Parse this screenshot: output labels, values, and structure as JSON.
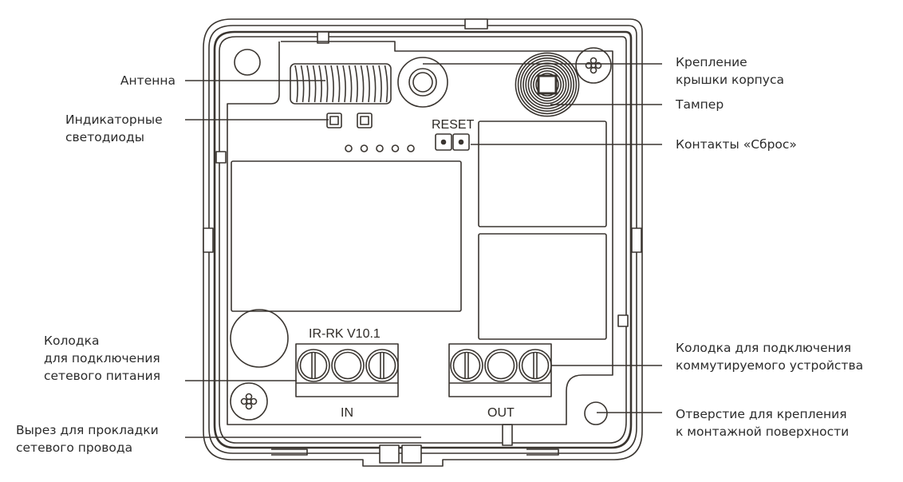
{
  "diagram": {
    "title": "",
    "stroke_color": "#3a3530",
    "board_model": "IR-RK V10.1",
    "reset_marking": "RESET",
    "terminal_in_marking": "IN",
    "terminal_out_marking": "OUT",
    "indicator_led_count": 2,
    "header_pin_hole_count": 5,
    "terminal_screws_per_block": 3
  },
  "labels_left": [
    {
      "id": "antenna",
      "lines": [
        "Антенна"
      ]
    },
    {
      "id": "indicator-leds",
      "lines": [
        "Индикаторные",
        "светодиоды"
      ]
    },
    {
      "id": "power-terminal",
      "lines": [
        "Колодка",
        "для подключения",
        "сетевого питания"
      ]
    },
    {
      "id": "cable-cutout",
      "lines": [
        "Вырез для прокладки",
        "сетевого провода"
      ]
    }
  ],
  "labels_right": [
    {
      "id": "cover-mount",
      "lines": [
        "Крепление",
        "крышки корпуса"
      ]
    },
    {
      "id": "tamper",
      "lines": [
        "Тампер"
      ]
    },
    {
      "id": "reset-contacts",
      "lines": [
        "Контакты «Сброс»"
      ]
    },
    {
      "id": "load-terminal",
      "lines": [
        "Колодка для подключения",
        "коммутируемого устройства"
      ]
    },
    {
      "id": "mount-hole",
      "lines": [
        "Отверстие для крепления",
        "к монтажной поверхности"
      ]
    }
  ]
}
